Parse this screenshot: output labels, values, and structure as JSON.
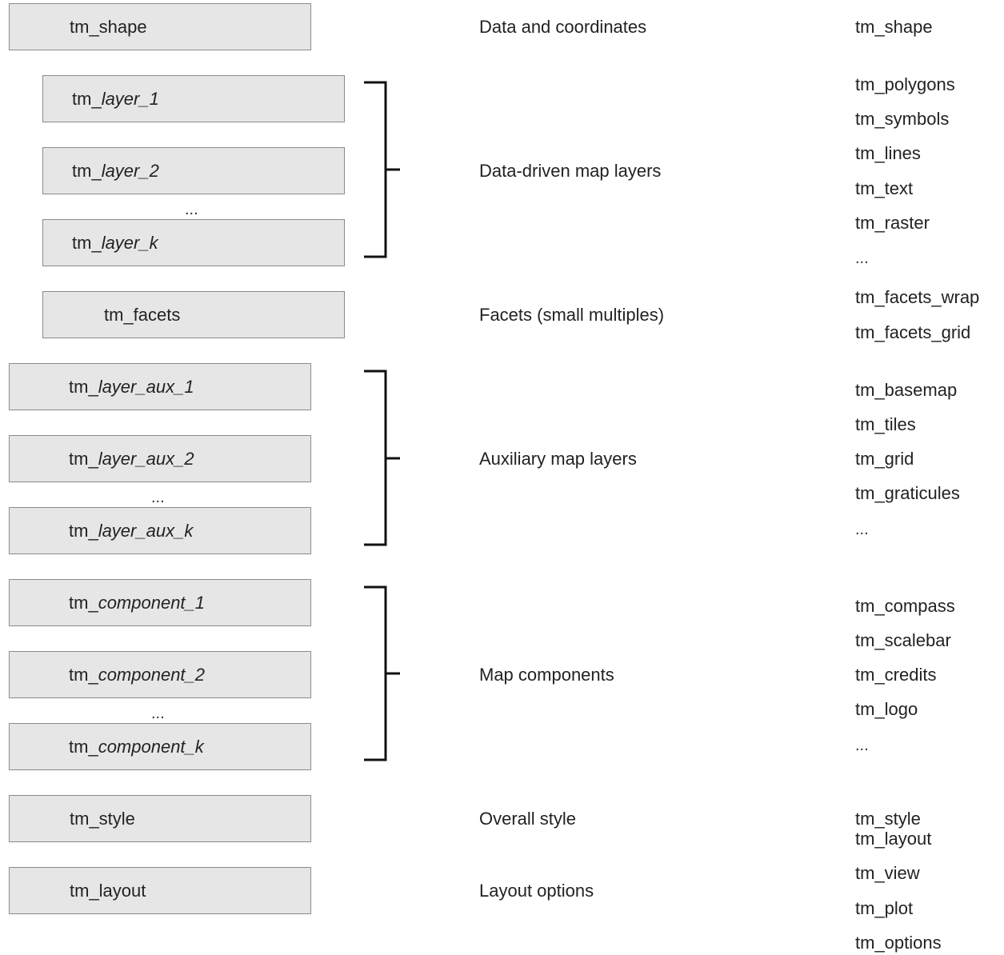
{
  "boxes": {
    "shape": {
      "prefix": "tm_shape",
      "italic": ""
    },
    "layer_1": {
      "prefix": "tm_",
      "italic": "layer_1"
    },
    "layer_2": {
      "prefix": "tm_",
      "italic": "layer_2"
    },
    "layer_k": {
      "prefix": "tm_",
      "italic": "layer_k"
    },
    "facets": {
      "prefix": "tm_facets",
      "italic": ""
    },
    "layer_aux_1": {
      "prefix": "tm_",
      "italic": "layer_aux_1"
    },
    "layer_aux_2": {
      "prefix": "tm_",
      "italic": "layer_aux_2"
    },
    "layer_aux_k": {
      "prefix": "tm_",
      "italic": "layer_aux_k"
    },
    "component_1": {
      "prefix": "tm_",
      "italic": "component_1"
    },
    "component_2": {
      "prefix": "tm_",
      "italic": "component_2"
    },
    "component_k": {
      "prefix": "tm_",
      "italic": "component_k"
    },
    "style": {
      "prefix": "tm_style",
      "italic": ""
    },
    "layout": {
      "prefix": "tm_layout",
      "italic": ""
    }
  },
  "ellipsis": "...",
  "descriptions": {
    "data_coordinates": "Data and coordinates",
    "data_driven_layers": "Data-driven map layers",
    "facets": "Facets (small multiples)",
    "auxiliary_layers": "Auxiliary map layers",
    "components": "Map components",
    "overall_style": "Overall style",
    "layout_options": "Layout options"
  },
  "functions": {
    "shape": [
      "tm_shape"
    ],
    "layers": [
      "tm_polygons",
      "tm_symbols",
      "tm_lines",
      "tm_text",
      "tm_raster",
      "..."
    ],
    "facets": [
      "tm_facets_wrap",
      "tm_facets_grid"
    ],
    "aux": [
      "tm_basemap",
      "tm_tiles",
      "tm_grid",
      "tm_graticules",
      "..."
    ],
    "components": [
      "tm_compass",
      "tm_scalebar",
      "tm_credits",
      "tm_logo",
      "..."
    ],
    "style": [
      "tm_style",
      "tm_layout"
    ],
    "layout": [
      "tm_view",
      "tm_plot",
      "tm_options"
    ]
  }
}
